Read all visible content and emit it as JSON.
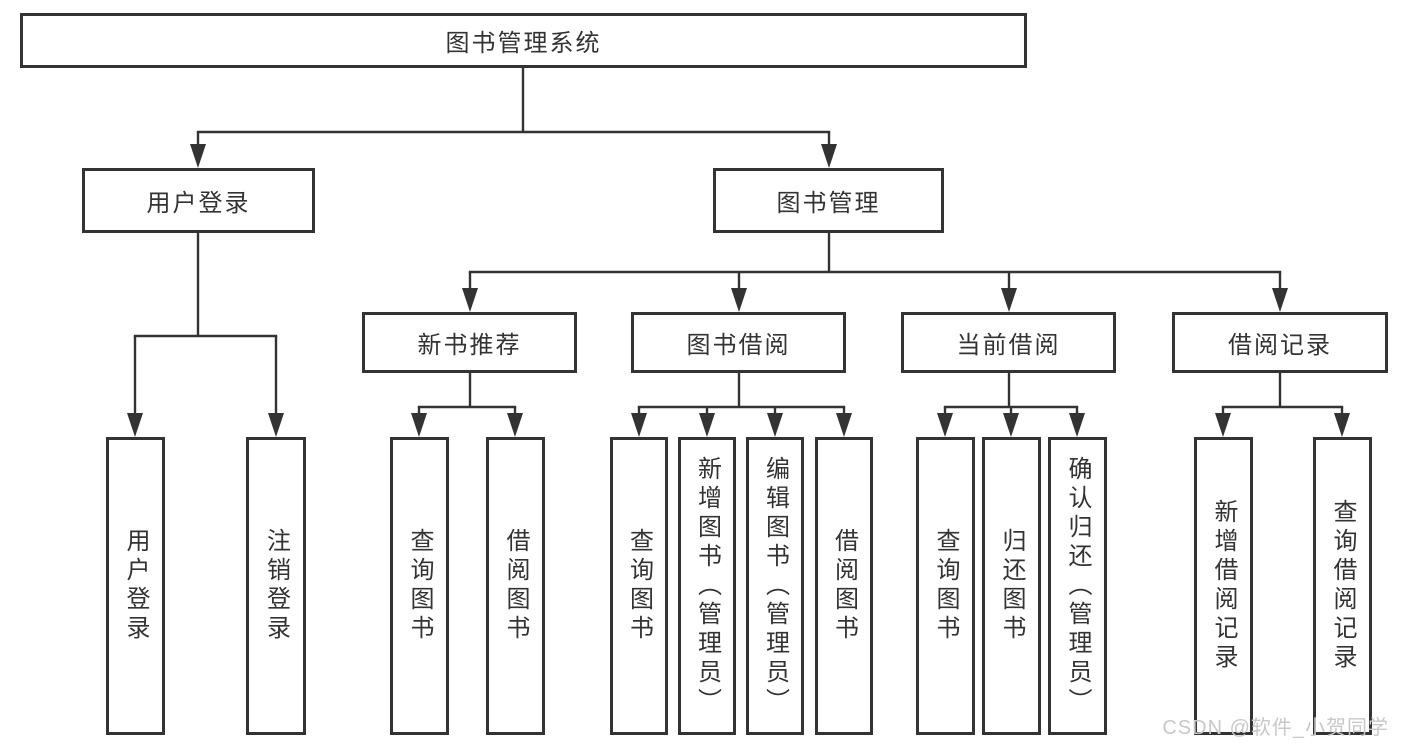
{
  "diagram_title": "图书管理系统",
  "watermark": "CSDN @软件_小贺同学",
  "colors": {
    "line": "#333333",
    "text": "#333333",
    "background": "#ffffff",
    "watermark": "#c8c8c8"
  },
  "nodes": {
    "root": {
      "label": "图书管理系统"
    },
    "user_login": {
      "label": "用户登录",
      "parent": "root"
    },
    "book_mgmt": {
      "label": "图书管理",
      "parent": "root"
    },
    "new_book": {
      "label": "新书推荐",
      "parent": "book_mgmt"
    },
    "book_borrow": {
      "label": "图书借阅",
      "parent": "book_mgmt"
    },
    "current_borrow": {
      "label": "当前借阅",
      "parent": "book_mgmt"
    },
    "borrow_record": {
      "label": "借阅记录",
      "parent": "book_mgmt"
    },
    "leaf_user_login": {
      "label": "用户登录",
      "parent": "user_login"
    },
    "leaf_logout": {
      "label": "注销登录",
      "parent": "user_login"
    },
    "leaf_nb_query": {
      "label": "查询图书",
      "parent": "new_book"
    },
    "leaf_nb_borrow": {
      "label": "借阅图书",
      "parent": "new_book"
    },
    "leaf_bb_query": {
      "label": "查询图书",
      "parent": "book_borrow"
    },
    "leaf_bb_add": {
      "label": "新增图书（管理员）",
      "parent": "book_borrow"
    },
    "leaf_bb_edit": {
      "label": "编辑图书（管理员）",
      "parent": "book_borrow"
    },
    "leaf_bb_borrow": {
      "label": "借阅图书",
      "parent": "book_borrow"
    },
    "leaf_cb_query": {
      "label": "查询图书",
      "parent": "current_borrow"
    },
    "leaf_cb_return": {
      "label": "归还图书",
      "parent": "current_borrow"
    },
    "leaf_cb_confirm": {
      "label": "确认归还（管理员）",
      "parent": "current_borrow"
    },
    "leaf_br_add": {
      "label": "新增借阅记录",
      "parent": "borrow_record"
    },
    "leaf_br_query": {
      "label": "查询借阅记录",
      "parent": "borrow_record"
    }
  }
}
